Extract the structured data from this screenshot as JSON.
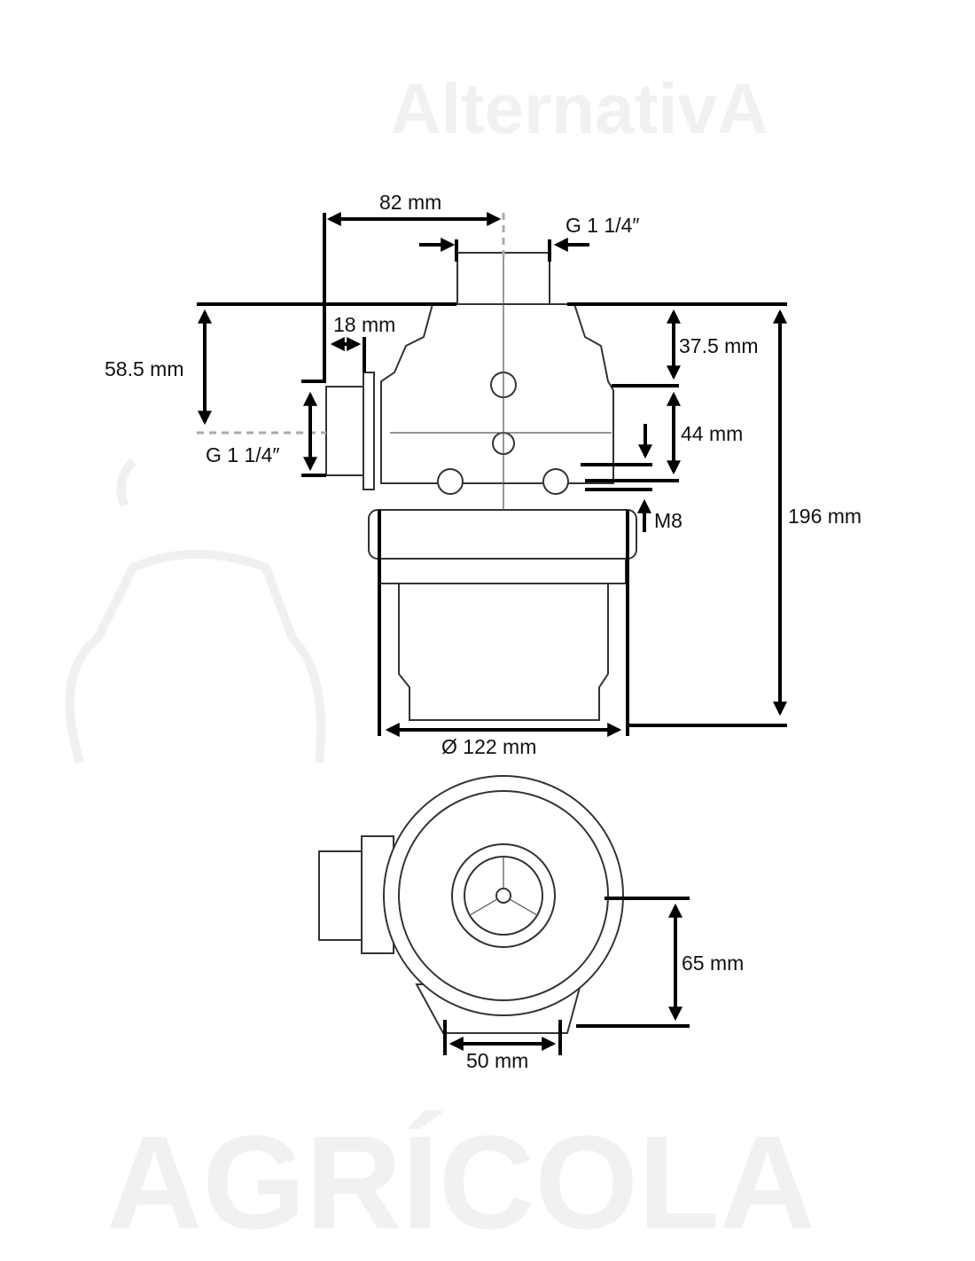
{
  "watermark": {
    "line1": "AlternativA",
    "line2": "AGRÍCOLA"
  },
  "dimensions": {
    "top_offset": "82 mm",
    "top_thread": "G 1 1/4″",
    "side_thread": "G 1 1/4″",
    "side_port_length": "18 mm",
    "side_port_height": "58.5 mm",
    "top_to_mount": "37.5 mm",
    "mount_spacing": "44 mm",
    "mount_bolt": "M8",
    "total_height": "196 mm",
    "diameter": "Ø 122 mm",
    "bottom_offset": "65 mm",
    "bottom_width": "50 mm"
  }
}
